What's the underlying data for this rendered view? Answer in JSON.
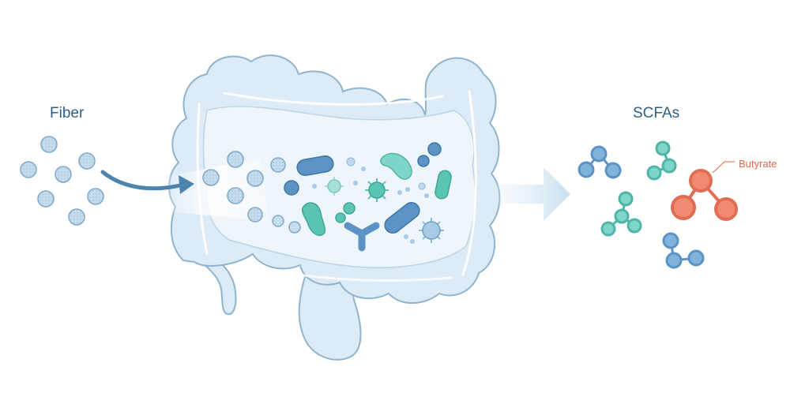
{
  "labels": {
    "fiber": "Fiber",
    "scfas": "SCFAs",
    "butyrate": "Butyrate"
  },
  "colors": {
    "gut_fill": "#dcebf5",
    "gut_stroke": "#8fb4d0",
    "lumen": "#eef5fb",
    "fiber_particle": "#c4dcec",
    "fiber_particle_stroke": "#7fa9c8",
    "bacteria_blue": "#5b93c4",
    "bacteria_teal": "#5cc4b5",
    "molecule_blue": "#7fb3d9",
    "molecule_teal": "#7fd6c8",
    "butyrate": "#f08a70",
    "arrow": "#4d84ad",
    "label": "#2f5f82",
    "butyrate_label": "#e2654c"
  },
  "icons": [
    "fiber-particle-icon",
    "bacteria-rod-icon",
    "bacteria-sphere-icon",
    "virus-icon",
    "molecule-icon",
    "arrow-icon"
  ]
}
